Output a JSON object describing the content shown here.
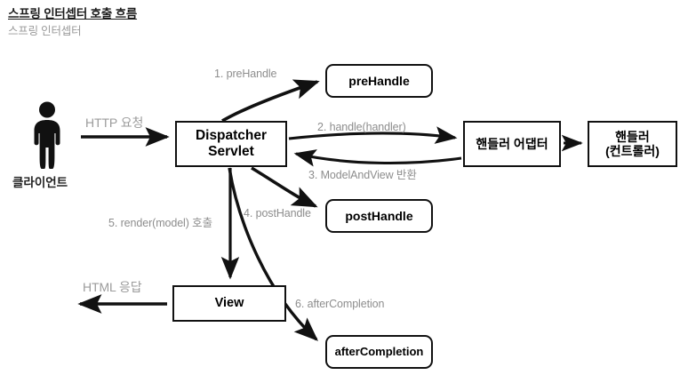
{
  "header": {
    "title": "스프링 인터셉터 호출 흐름",
    "subtitle": "스프링 인터셉터"
  },
  "diagram": {
    "type": "flow-sequence-diagram",
    "actors": [
      {
        "id": "client",
        "label": "클라이언트",
        "shape": "person-icon"
      }
    ],
    "nodes": [
      {
        "id": "dispatcher",
        "line1": "Dispatcher",
        "line2": "Servlet",
        "shape": "rect"
      },
      {
        "id": "prehandle",
        "label": "preHandle",
        "shape": "rounded"
      },
      {
        "id": "posthandle",
        "label": "postHandle",
        "shape": "rounded"
      },
      {
        "id": "aftercompletion",
        "label": "afterCompletion",
        "shape": "rounded"
      },
      {
        "id": "adapter",
        "label": "핸들러 어댑터",
        "shape": "rect"
      },
      {
        "id": "handler",
        "line1": "핸들러",
        "line2": "(컨트롤러)",
        "shape": "rect"
      },
      {
        "id": "view",
        "label": "View",
        "shape": "rect"
      }
    ],
    "edges": [
      {
        "id": "http",
        "label": "HTTP 요청",
        "from": "client",
        "to": "dispatcher"
      },
      {
        "id": "step1",
        "label": "1. preHandle",
        "from": "dispatcher",
        "to": "prehandle"
      },
      {
        "id": "step2",
        "label": "2. handle(handler)",
        "from": "dispatcher",
        "to": "adapter"
      },
      {
        "id": "step3",
        "label": "3. ModelAndView 반환",
        "from": "adapter",
        "to": "dispatcher"
      },
      {
        "id": "step4",
        "label": "4. postHandle",
        "from": "dispatcher",
        "to": "posthandle"
      },
      {
        "id": "step5",
        "label": "5. render(model) 호출",
        "from": "dispatcher",
        "to": "view"
      },
      {
        "id": "step6",
        "label": "6. afterCompletion",
        "from": "dispatcher",
        "to": "aftercompletion"
      },
      {
        "id": "adapter2handler",
        "label": "",
        "from": "adapter",
        "to": "handler"
      },
      {
        "id": "response",
        "label": "HTML 응답",
        "from": "view",
        "to": "client"
      }
    ],
    "colors": {
      "stroke": "#111111",
      "node_fill": "#ffffff",
      "label_text": "#8d8d8d",
      "title_text": "#1a1a1a",
      "subtitle_text": "#9a9a9a",
      "background": "#ffffff"
    }
  }
}
